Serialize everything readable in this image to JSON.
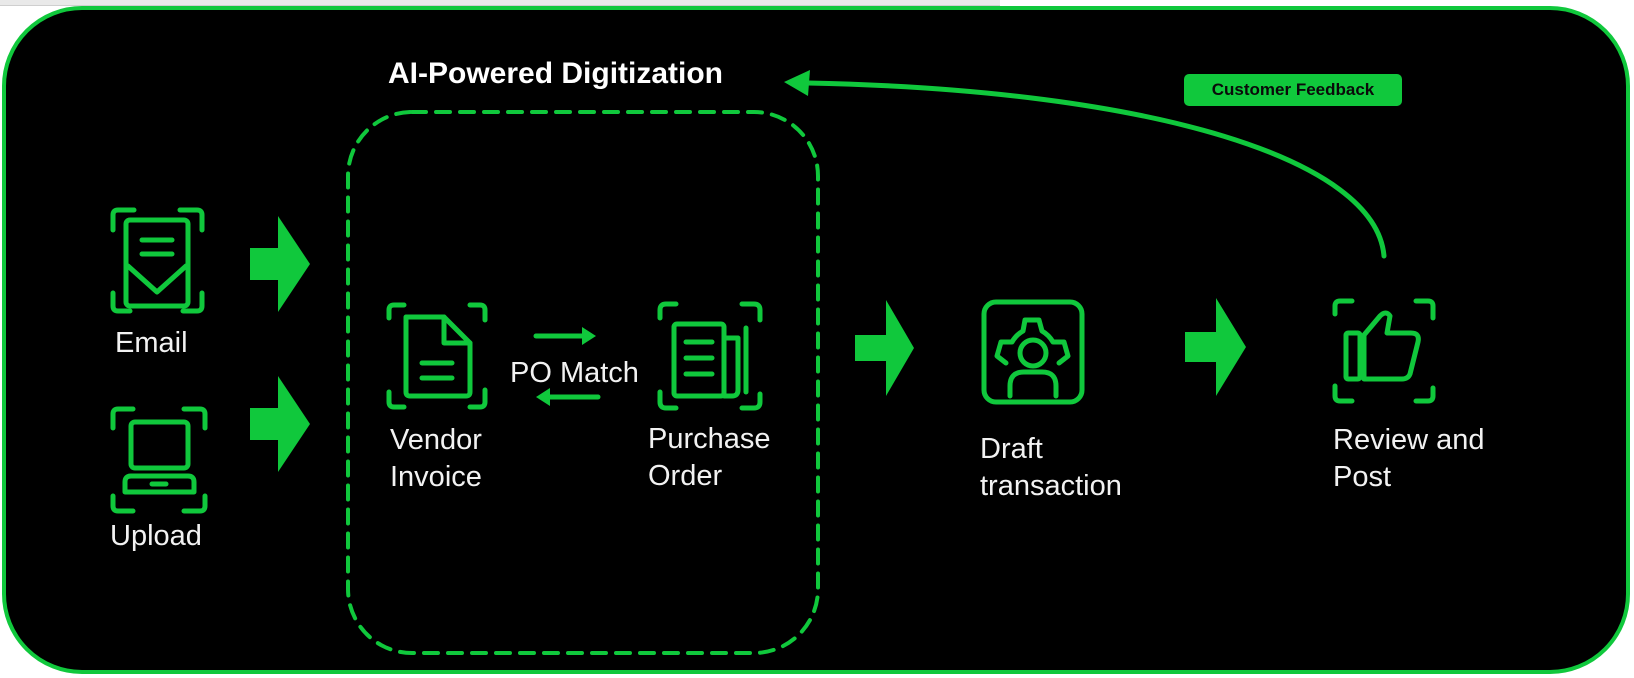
{
  "title": "AI-Powered Digitization",
  "feedback_badge": "Customer Feedback",
  "inputs": {
    "email": "Email",
    "upload": "Upload"
  },
  "match": {
    "invoice_line1": "Vendor",
    "invoice_line2": "Invoice",
    "po_match": "PO Match",
    "po_line1": "Purchase",
    "po_line2": "Order"
  },
  "steps": {
    "draft_line1": "Draft",
    "draft_line2": "transaction",
    "review_line1": "Review and",
    "review_line2": "Post"
  },
  "colors": {
    "accent": "#10c83c",
    "background": "#000000",
    "text": "#f2f2f2"
  },
  "icons": [
    "email-icon",
    "upload-laptop-icon",
    "document-icon",
    "newspaper-icon",
    "gear-person-icon",
    "thumbs-up-icon"
  ]
}
